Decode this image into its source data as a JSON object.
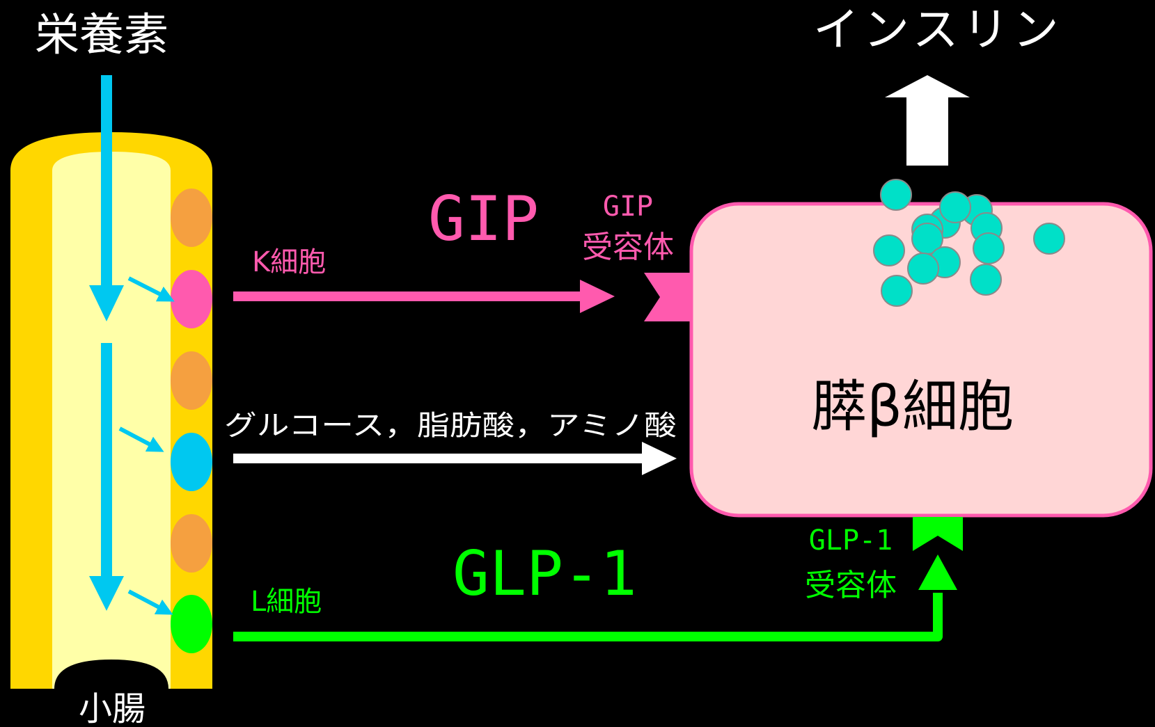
{
  "labels": {
    "nutrients": "栄養素",
    "small_intestine": "小腸",
    "insulin": "インスリン",
    "gip": "GIP",
    "gip_receptor_line1": "GIP",
    "gip_receptor_line2": "受容体",
    "k_cell": "K細胞",
    "nutrients_list": "グルコース，脂肪酸，アミノ酸",
    "glp1": "GLP-1",
    "glp1_receptor_line1": "GLP-1",
    "glp1_receptor_line2": "受容体",
    "l_cell": "L細胞",
    "beta_cell": "膵β細胞"
  },
  "colors": {
    "background": "#000000",
    "intestine_outer": "#FFD700",
    "intestine_inner": "#FFFFA8",
    "nutrient_arrow": "#00C8F0",
    "gip": "#FF5AAE",
    "glp1": "#00FF00",
    "white": "#FFFFFF",
    "beta_cell_fill": "#FFD6D6",
    "beta_cell_border": "#FF5AAE",
    "granule": "#00E0C8",
    "orange_cell": "#F5A040",
    "blue_cell": "#00C8F0"
  },
  "icons": {
    "insulin_release": "up-arrow-icon",
    "granules": "insulin-granule-icon"
  }
}
